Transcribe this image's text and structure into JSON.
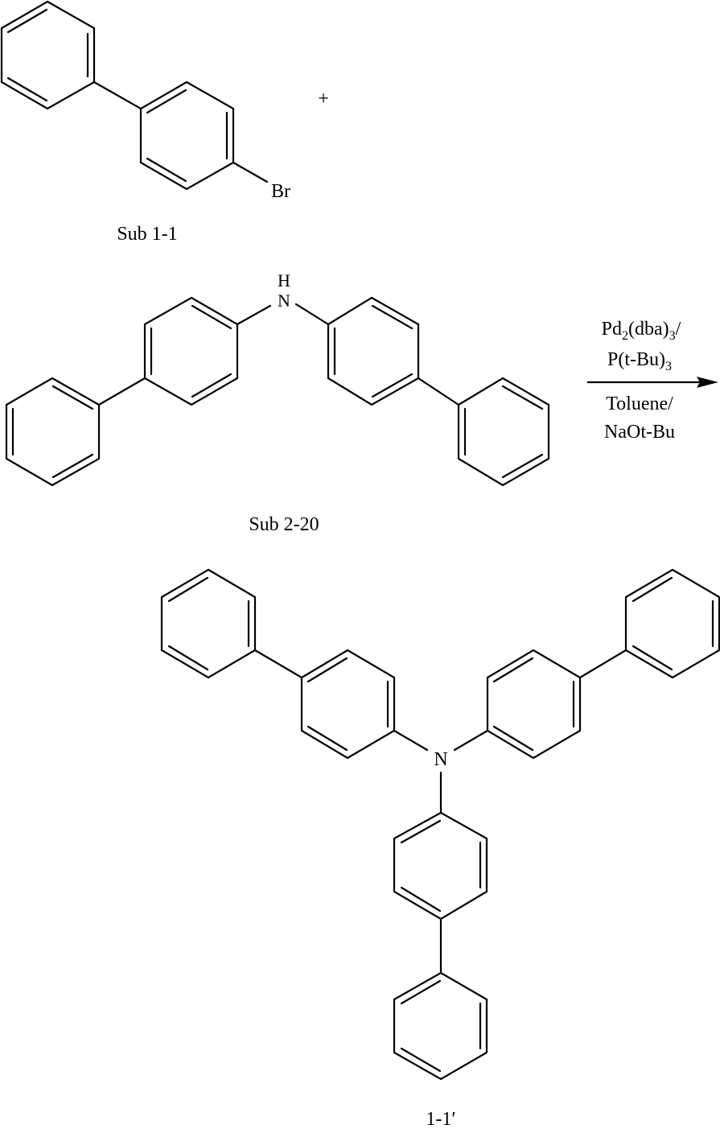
{
  "diagram": {
    "type": "chemical-reaction-scheme",
    "reactants": [
      {
        "id": "sub-1-1",
        "label": "Sub 1-1",
        "substituent_label": "Br",
        "plus_sign": "+"
      },
      {
        "id": "sub-2-20",
        "label": "Sub 2-20",
        "amine_n_label": "N",
        "amine_h_label": "H"
      }
    ],
    "conditions": {
      "above_arrow": [
        {
          "main": "Pd",
          "sub": "2",
          "rest": "(dba)",
          "sub2": "3",
          "tail": "/"
        },
        {
          "main": "P(t-Bu)",
          "sub": "3",
          "rest": "",
          "sub2": "",
          "tail": ""
        }
      ],
      "below_arrow": [
        "Toluene/",
        "NaOt-Bu"
      ]
    },
    "product": {
      "id": "product-1-1-prime",
      "label": "1-1′",
      "n_label": "N"
    },
    "colors": {
      "line": "#000000",
      "background": "#ffffff"
    }
  }
}
